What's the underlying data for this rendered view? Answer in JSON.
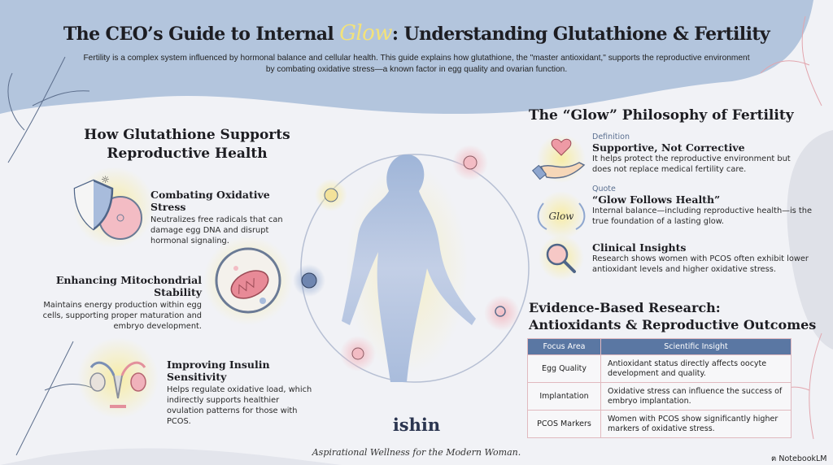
{
  "header": {
    "title_pre": "The CEO’s Guide to Internal ",
    "title_glow": "Glow",
    "title_post": ": Understanding Glutathione & Fertility",
    "subtitle": "Fertility is a complex system influenced by hormonal balance and cellular health. This guide explains how glutathione, the \"master antioxidant,\" supports the reproductive environment by combating oxidative stress—a known factor in egg quality and ovarian function."
  },
  "left": {
    "heading_line1": "How Glutathione Supports",
    "heading_line2": "Reproductive Health",
    "items": [
      {
        "title": "Combating Oxidative Stress",
        "desc": "Neutralizes free radicals that can damage egg DNA and disrupt hormonal signaling.",
        "icon": "shield-egg-icon"
      },
      {
        "title": "Enhancing Mitochondrial Stability",
        "desc": "Maintains energy production within egg cells, supporting proper maturation and embryo development.",
        "icon": "mitochondria-icon"
      },
      {
        "title": "Improving Insulin Sensitivity",
        "desc": "Helps regulate oxidative load, which indirectly supports healthier ovulation patterns for those with PCOS.",
        "icon": "uterus-icon"
      }
    ]
  },
  "right": {
    "heading": "The “Glow” Philosophy of Fertility",
    "items": [
      {
        "label": "Definition",
        "title": "Supportive, Not Corrective",
        "desc": "It helps protect the reproductive environment but does not replace medical fertility care.",
        "icon": "heart-hand-icon"
      },
      {
        "label": "Quote",
        "title": "“Glow Follows Health”",
        "desc": "Internal balance—including reproductive health—is the true foundation of a lasting glow.",
        "icon": "laurel-glow-icon",
        "icon_text": "Glow"
      },
      {
        "label": "",
        "title": "Clinical Insights",
        "desc": "Research shows women with PCOS often exhibit lower antioxidant levels and higher oxidative stress.",
        "icon": "magnifier-icon"
      }
    ]
  },
  "evidence": {
    "heading_line1": "Evidence-Based Research:",
    "heading_line2": "Antioxidants & Reproductive Outcomes",
    "columns": [
      "Focus Area",
      "Scientific Insight"
    ],
    "rows": [
      [
        "Egg Quality",
        "Antioxidant status directly affects oocyte development and quality."
      ],
      [
        "Implantation",
        "Oxidative stress can influence the success of embryo implantation."
      ],
      [
        "PCOS Markers",
        "Women with PCOS show significantly higher markers of oxidative stress."
      ]
    ]
  },
  "footer": {
    "brand": "ishin",
    "tagline": "Aspirational Wellness for the Modern Woman.",
    "watermark": "NotebookLM"
  },
  "colors": {
    "blue_band": "#b3c5dd",
    "accent_blue": "#5a77a3",
    "pink": "#e9a3ad",
    "yellow_glow": "#f6e79a"
  }
}
